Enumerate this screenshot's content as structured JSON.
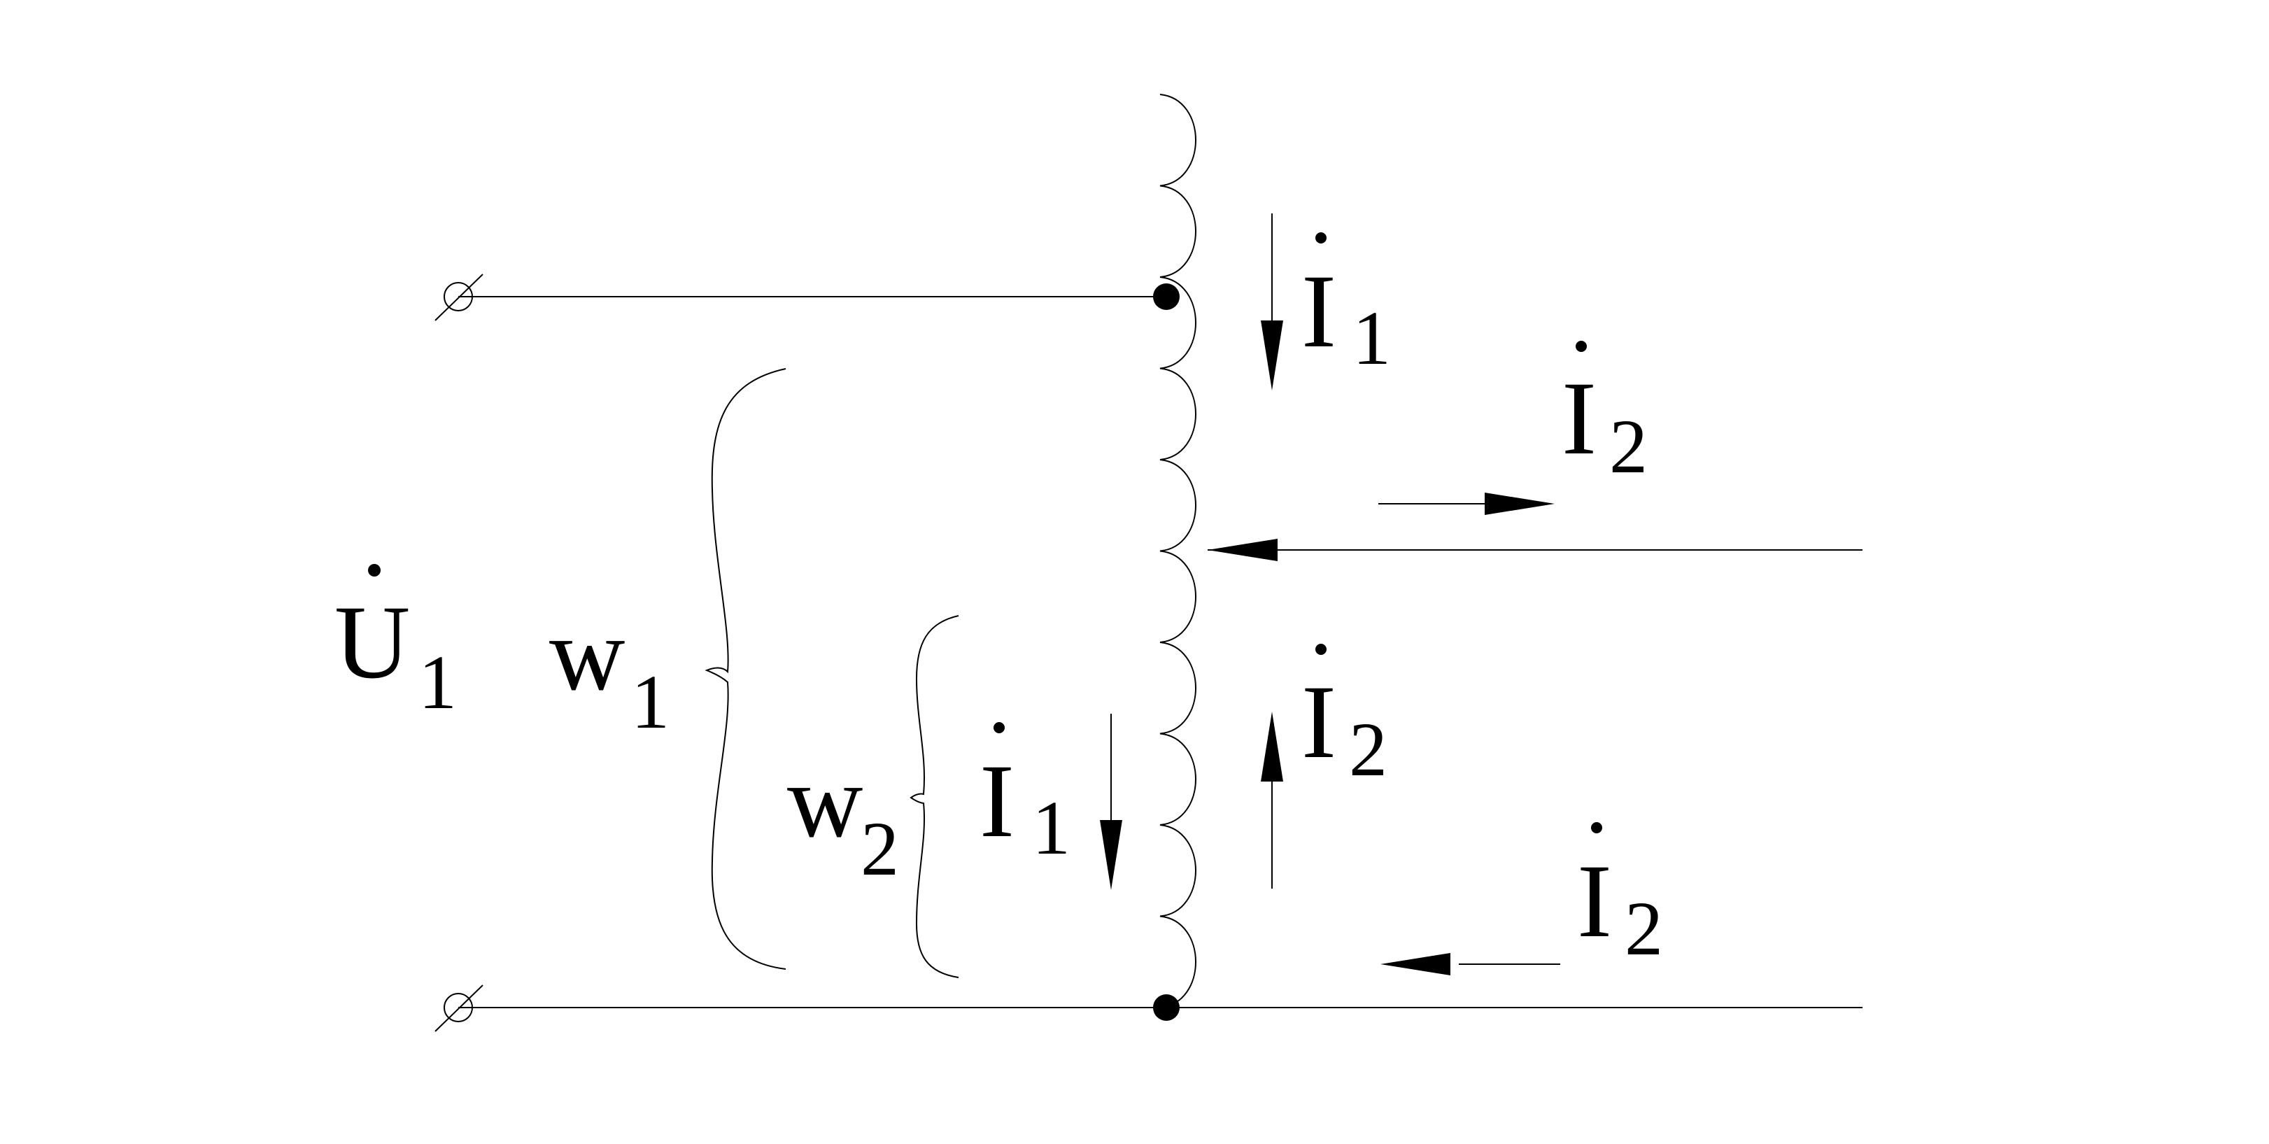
{
  "diagram": {
    "labels": {
      "U1": {
        "symbol": "U",
        "subscript": "1"
      },
      "w1": {
        "symbol": "w",
        "subscript": "1"
      },
      "w2": {
        "symbol": "w",
        "subscript": "2"
      },
      "I1_top": {
        "symbol": "I",
        "subscript": "1"
      },
      "I1_mid": {
        "symbol": "I",
        "subscript": "1"
      },
      "I2_upper": {
        "symbol": "I",
        "subscript": "2"
      },
      "I2_mid": {
        "symbol": "I",
        "subscript": "2"
      },
      "I2_lower": {
        "symbol": "I",
        "subscript": "2"
      }
    },
    "colors": {
      "line": "#000000",
      "background": "#ffffff"
    }
  }
}
